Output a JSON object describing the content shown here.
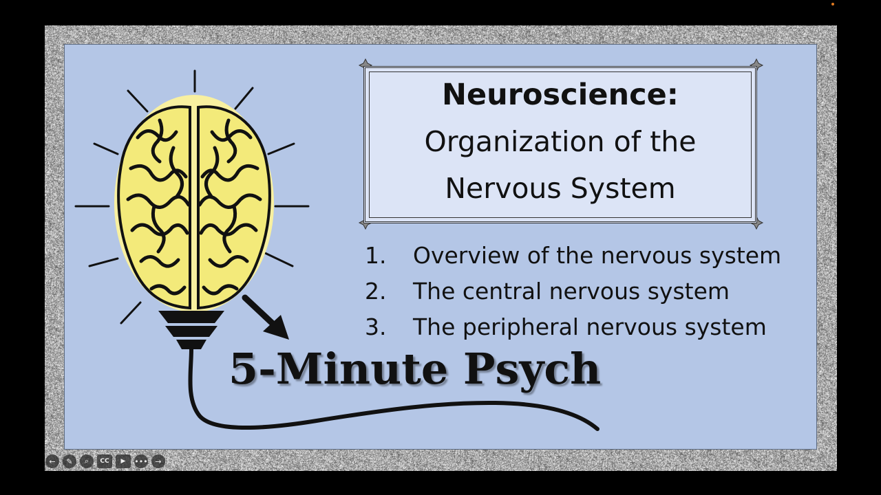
{
  "slide": {
    "title_bold": "Neuroscience:",
    "title_line2": "Organization of the",
    "title_line3": "Nervous System",
    "topics": [
      {
        "num": "1.",
        "text": "Overview of the nervous system"
      },
      {
        "num": "2.",
        "text": "The central nervous system"
      },
      {
        "num": "3.",
        "text": "The peripheral nervous system"
      }
    ],
    "brand": "5-Minute Psych"
  },
  "toolbar": {
    "prev_icon": "←",
    "pen_icon": "✎",
    "zoom_icon": "⌕",
    "cc_label": "CC",
    "video_icon": "▶",
    "more_icon": "•••",
    "next_icon": "→"
  },
  "colors": {
    "slide_bg": "#b4c6e6",
    "title_box_bg": "#dce4f6",
    "brain_fill": "#f5ee8e",
    "background": "#000000"
  },
  "icons": [
    "brain-lightbulb-illustration",
    "arrow-icon",
    "star-corner-icon",
    "arrow-left-icon",
    "pen-icon",
    "magnifier-icon",
    "cc-icon",
    "video-icon",
    "more-icon",
    "arrow-right-icon"
  ]
}
